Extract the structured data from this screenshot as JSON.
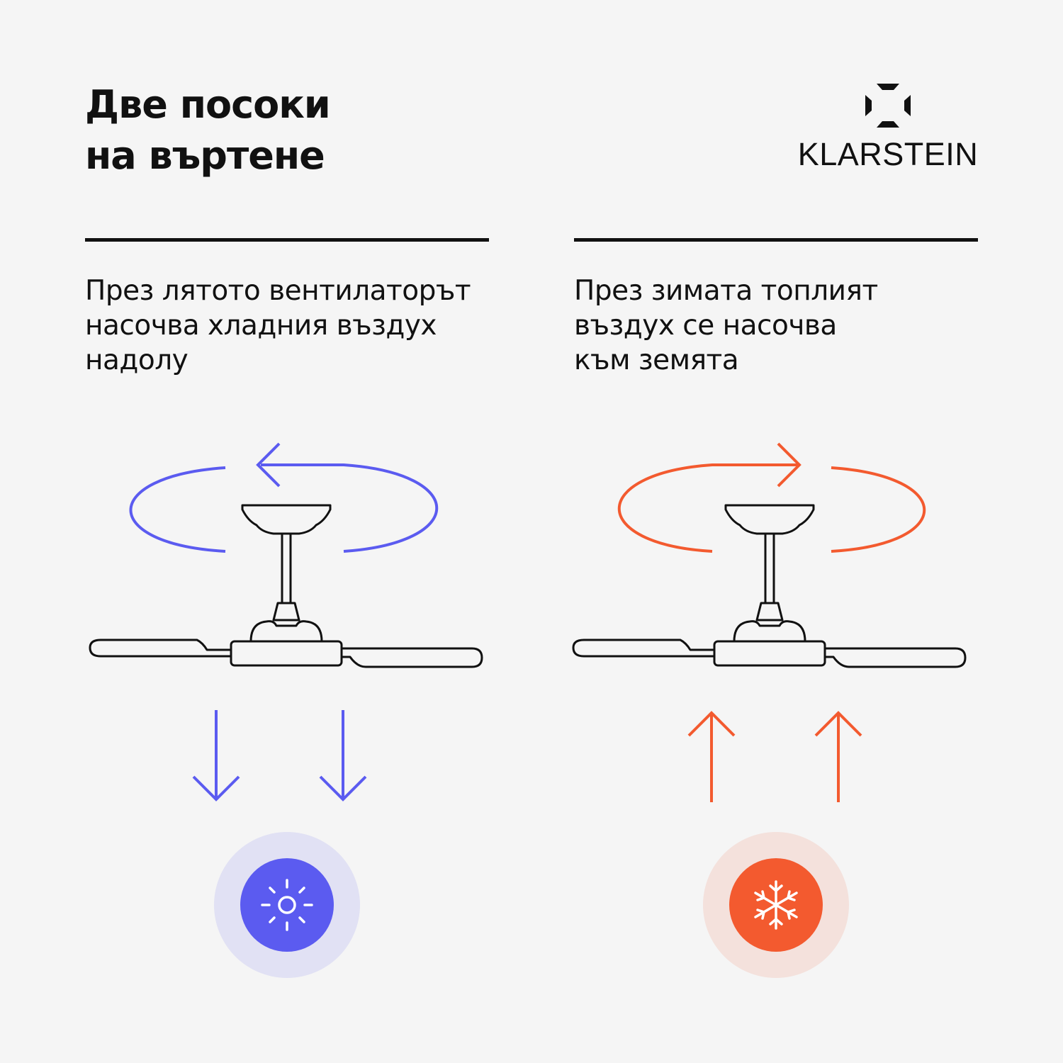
{
  "heading": {
    "line1": "Две посоки",
    "line2": "на въртене"
  },
  "brand": {
    "name": "KLARSTEIN",
    "logo_icon": "octagon-mark-icon"
  },
  "summer": {
    "text_lines": [
      "През лятото вентилаторът",
      "насочва хладния въздух",
      "надолу"
    ],
    "color": "#5b5bf0",
    "halo_color": "#e1e1f4",
    "icon": "sun-icon",
    "airflow": "down"
  },
  "winter": {
    "text_lines": [
      "През зимата топлият",
      "въздух се насочва",
      "към земята"
    ],
    "color": "#f35a2f",
    "halo_color": "#f4e1dc",
    "icon": "snowflake-icon",
    "airflow": "up"
  }
}
